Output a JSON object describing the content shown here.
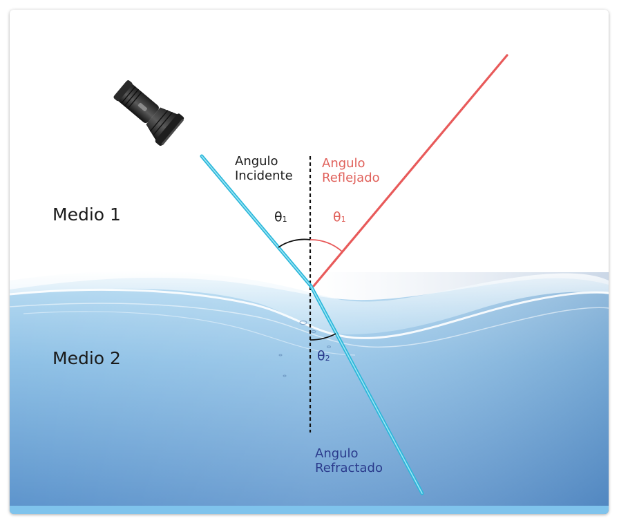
{
  "media": {
    "top": "Medio 1",
    "bottom": "Medio 2"
  },
  "incident": {
    "line1": "Angulo",
    "line2": "Incidente",
    "theta": "θ",
    "theta_sub": "1"
  },
  "reflected": {
    "line1": "Angulo",
    "line2": "Reflejado",
    "theta": "θ",
    "theta_sub": "1"
  },
  "refracted": {
    "line1": "Angulo",
    "line2": "Refractado",
    "theta": "θ",
    "theta_sub": "2"
  },
  "colors": {
    "incident_beam": "#2bb7d9",
    "reflected_beam": "#e85a5a",
    "reflected_text": "#e0605a",
    "refracted_text": "#2a3a8c",
    "normal_line": "#111111",
    "water_top": "#a9d4ef",
    "water_bottom": "#4f88c6"
  },
  "icons": {
    "light_source": "flashlight-icon"
  }
}
